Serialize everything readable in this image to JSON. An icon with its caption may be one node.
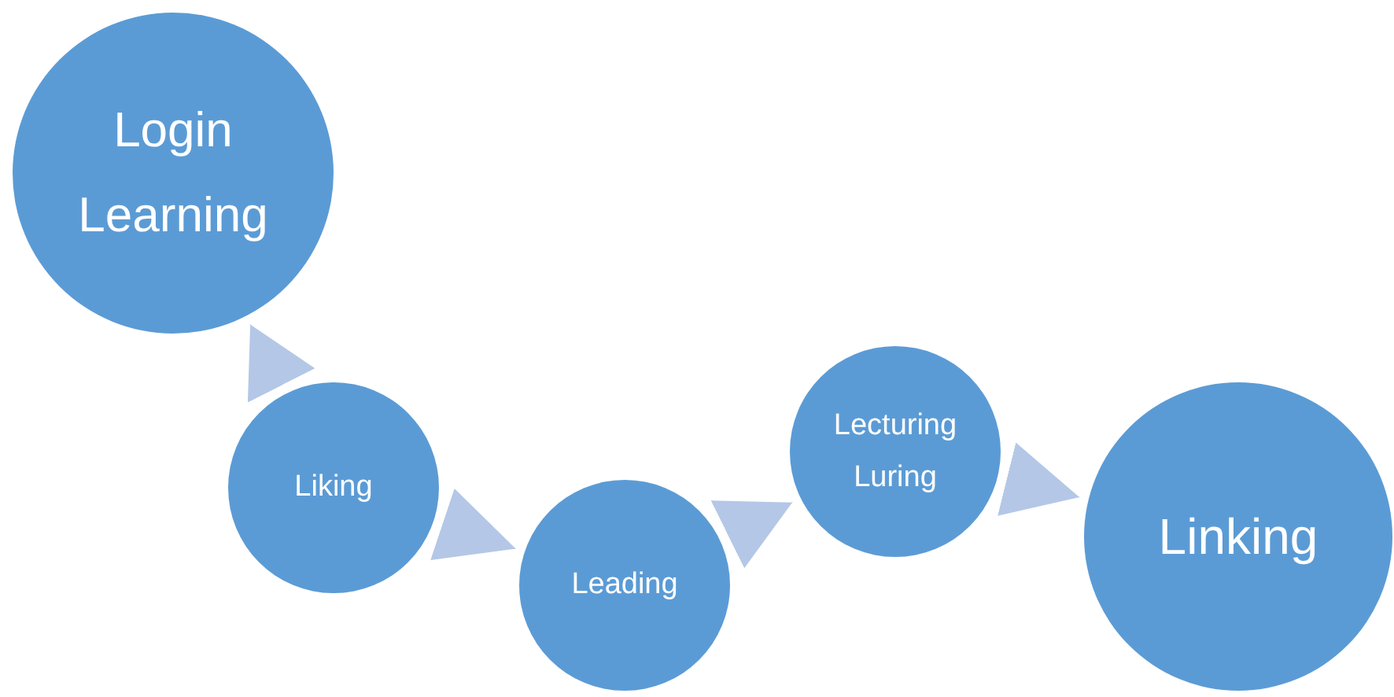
{
  "diagram": {
    "nodes": [
      {
        "text": [
          "Login Learning"
        ]
      },
      {
        "text": [
          "Liking"
        ]
      },
      {
        "text": [
          "Leading"
        ]
      },
      {
        "text": [
          "Lecturing Luring"
        ]
      },
      {
        "text": [
          "Linking"
        ]
      }
    ],
    "edges": [
      {
        "from": 1,
        "to": 0,
        "arrow": "to"
      },
      {
        "from": 1,
        "to": 2,
        "arrow": "to"
      },
      {
        "from": 2,
        "to": 3,
        "arrow": "to"
      },
      {
        "from": 3,
        "to": 4,
        "arrow": "to"
      }
    ]
  }
}
